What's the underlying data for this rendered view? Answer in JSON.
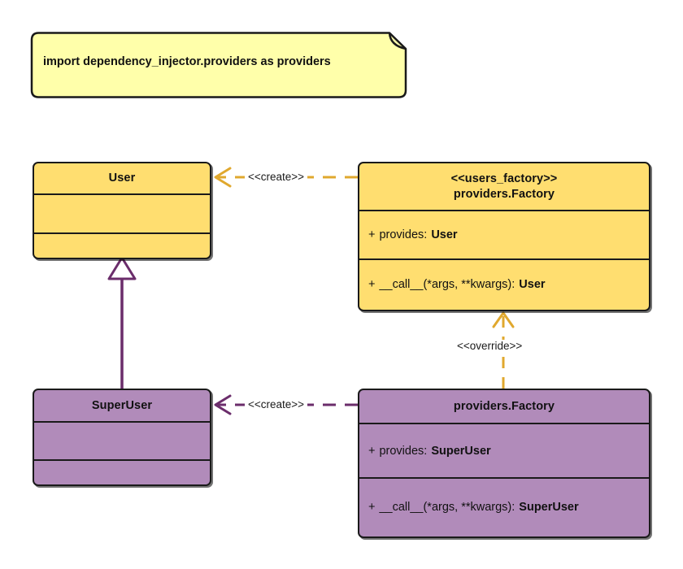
{
  "diagram": {
    "type": "uml-class-diagram",
    "background": "#ffffff",
    "colors": {
      "amber_fill": "#FFDE70",
      "purple_fill": "#B18BBA",
      "note_fill": "#FFFFAA",
      "amber_stroke": "#E0A82E",
      "purple_stroke": "#6B2D6B",
      "outline": "#1a1a1a"
    }
  },
  "note": {
    "text": "import dependency_injector.providers as providers"
  },
  "classes": [
    {
      "id": "user",
      "stereotype": "",
      "name": "User",
      "attributes": [],
      "methods": [],
      "fill": "#FFDE70"
    },
    {
      "id": "users-factory",
      "stereotype": "<<users_factory>>",
      "name": "providers.Factory",
      "attributes": [
        {
          "visibility": "+",
          "label": "provides:",
          "type": "User"
        }
      ],
      "methods": [
        {
          "visibility": "+",
          "label": "__call__(*args, **kwargs):",
          "type": "User"
        }
      ],
      "fill": "#FFDE70"
    },
    {
      "id": "superuser",
      "stereotype": "",
      "name": "SuperUser",
      "attributes": [],
      "methods": [],
      "fill": "#B18BBA"
    },
    {
      "id": "providers-factory",
      "stereotype": "",
      "name": "providers.Factory",
      "attributes": [
        {
          "visibility": "+",
          "label": "provides:",
          "type": "SuperUser"
        }
      ],
      "methods": [
        {
          "visibility": "+",
          "label": "__call__(*args, **kwargs):",
          "type": "SuperUser"
        }
      ],
      "fill": "#B18BBA"
    }
  ],
  "relations": [
    {
      "id": "create-user",
      "label": "<<create>>",
      "from": "users-factory",
      "to": "user",
      "style": "dashed",
      "arrow": "open",
      "color": "#E0A82E"
    },
    {
      "id": "create-superuser",
      "label": "<<create>>",
      "from": "providers-factory",
      "to": "superuser",
      "style": "dashed",
      "arrow": "open",
      "color": "#6B2D6B"
    },
    {
      "id": "override",
      "label": "<<override>>",
      "from": "providers-factory",
      "to": "users-factory",
      "style": "dashed",
      "arrow": "open",
      "color": "#E0A82E"
    },
    {
      "id": "generalization",
      "label": "",
      "from": "superuser",
      "to": "user",
      "style": "solid",
      "arrow": "hollow-triangle",
      "color": "#6B2D6B"
    }
  ]
}
